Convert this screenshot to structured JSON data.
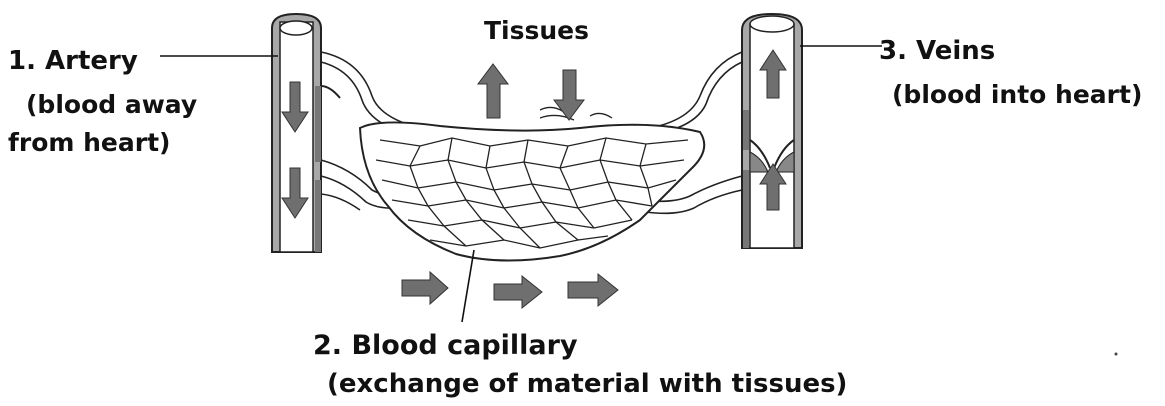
{
  "labels": {
    "artery": "1. Artery",
    "artery_desc_1": "(blood away",
    "artery_desc_2": "from heart)",
    "tissues": "Tissues",
    "veins": "3. Veins",
    "veins_desc": "(blood into heart)",
    "capillary": "2. Blood capillary",
    "capillary_desc": "(exchange of material with tissues)"
  },
  "colors": {
    "vessel_wall": "#9a9a9a",
    "outline": "#222222",
    "arrow_fill": "#6f6f6f",
    "background": "#ffffff"
  },
  "icons": {
    "flow_arrow": "block-arrow-icon"
  }
}
